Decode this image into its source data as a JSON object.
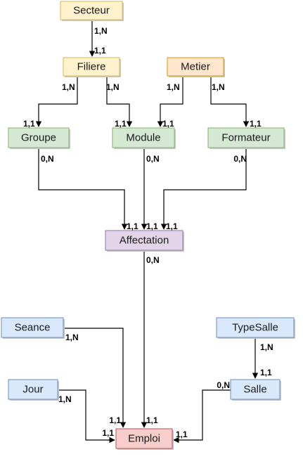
{
  "colors": {
    "yellow": {
      "fill": "#fff2cc",
      "stroke": "#d6b656"
    },
    "orange": {
      "fill": "#ffe6cc",
      "stroke": "#d79b00"
    },
    "green": {
      "fill": "#d5e8d4",
      "stroke": "#82b366"
    },
    "purple": {
      "fill": "#e1d5e7",
      "stroke": "#9673a6"
    },
    "blue": {
      "fill": "#dae8fc",
      "stroke": "#6c8ebf"
    },
    "red": {
      "fill": "#f8cecc",
      "stroke": "#b85450"
    }
  },
  "entities": {
    "secteur": {
      "label": "Secteur",
      "color": "yellow"
    },
    "filiere": {
      "label": "Filiere",
      "color": "yellow"
    },
    "metier": {
      "label": "Metier",
      "color": "orange"
    },
    "groupe": {
      "label": "Groupe",
      "color": "green"
    },
    "module": {
      "label": "Module",
      "color": "green"
    },
    "formateur": {
      "label": "Formateur",
      "color": "green"
    },
    "affectation": {
      "label": "Affectation",
      "color": "purple"
    },
    "seance": {
      "label": "Seance",
      "color": "blue"
    },
    "typesalle": {
      "label": "TypeSalle",
      "color": "blue"
    },
    "jour": {
      "label": "Jour",
      "color": "blue"
    },
    "salle": {
      "label": "Salle",
      "color": "blue"
    },
    "emploi": {
      "label": "Emploi",
      "color": "red"
    }
  },
  "relations": [
    {
      "from": "secteur",
      "to": "filiere",
      "card_from": "1,N",
      "card_to": "1,1"
    },
    {
      "from": "filiere",
      "to": "groupe",
      "card_from": "1,N",
      "card_to": "1,1"
    },
    {
      "from": "filiere",
      "to": "module",
      "card_from": "1,N",
      "card_to": "1,1"
    },
    {
      "from": "metier",
      "to": "module",
      "card_from": "1,N",
      "card_to": "1,1"
    },
    {
      "from": "metier",
      "to": "formateur",
      "card_from": "1,N",
      "card_to": "1,1"
    },
    {
      "from": "groupe",
      "to": "affectation",
      "card_from": "0,N",
      "card_to": "1,1"
    },
    {
      "from": "module",
      "to": "affectation",
      "card_from": "0,N",
      "card_to": "1,1"
    },
    {
      "from": "formateur",
      "to": "affectation",
      "card_from": "0,N",
      "card_to": "1,1"
    },
    {
      "from": "affectation",
      "to": "emploi",
      "card_from": "0,N",
      "card_to": "1,1"
    },
    {
      "from": "seance",
      "to": "emploi",
      "card_from": "1,N",
      "card_to": "1,1"
    },
    {
      "from": "jour",
      "to": "emploi",
      "card_from": "1,N",
      "card_to": "1,1"
    },
    {
      "from": "typesalle",
      "to": "salle",
      "card_from": "1,N",
      "card_to": "1,1"
    },
    {
      "from": "salle",
      "to": "emploi",
      "card_from": "0,N",
      "card_to": "1,1"
    }
  ]
}
